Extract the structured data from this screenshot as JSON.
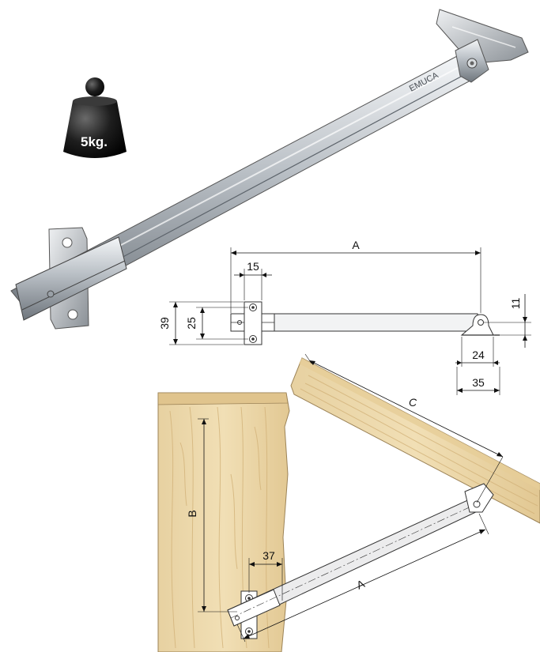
{
  "weight_badge": {
    "label": "5kg."
  },
  "product_stamp": "EMUCA",
  "top_view_dims": {
    "length": "A",
    "slot_offset": "15",
    "plate_height": "39",
    "hole_spacing": "25",
    "pivot_height": "11",
    "pivot_base": "24",
    "foot_width": "35"
  },
  "install_dims": {
    "lid_distance": "C",
    "cabinet_height": "B",
    "edge_offset": "37",
    "stay_length": "A"
  },
  "colors": {
    "wood": "#ecd9ad",
    "wood_grain": "#d8be8a",
    "metal": "#c7ccd1",
    "metal_dark": "#7e858c",
    "weight": "#1b1b1b"
  }
}
